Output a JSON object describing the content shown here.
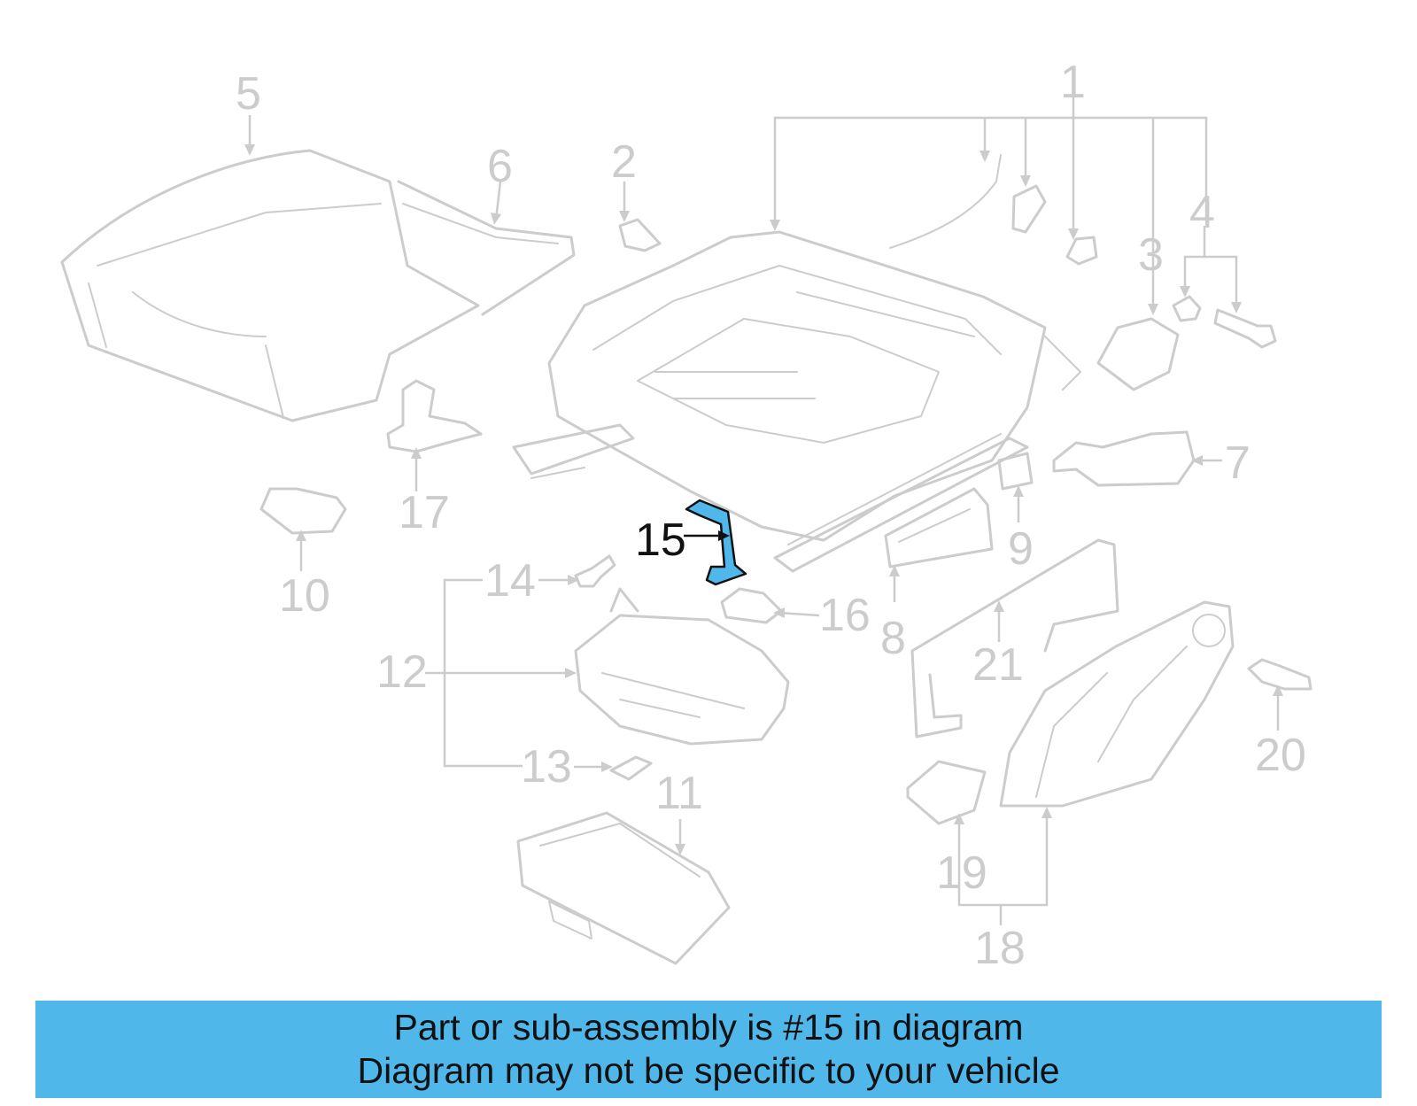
{
  "diagram": {
    "highlighted_part": "15",
    "callouts": [
      "1",
      "2",
      "3",
      "4",
      "5",
      "6",
      "7",
      "8",
      "9",
      "10",
      "11",
      "12",
      "13",
      "14",
      "15",
      "16",
      "17",
      "18",
      "19",
      "20",
      "21"
    ]
  },
  "banner": {
    "line1": "Part or sub-assembly is #15 in diagram",
    "line2": "Diagram may not be specific to your vehicle"
  },
  "colors": {
    "highlight": "#4fb7ea",
    "linework": "#cccccc",
    "active_text": "#111111"
  }
}
